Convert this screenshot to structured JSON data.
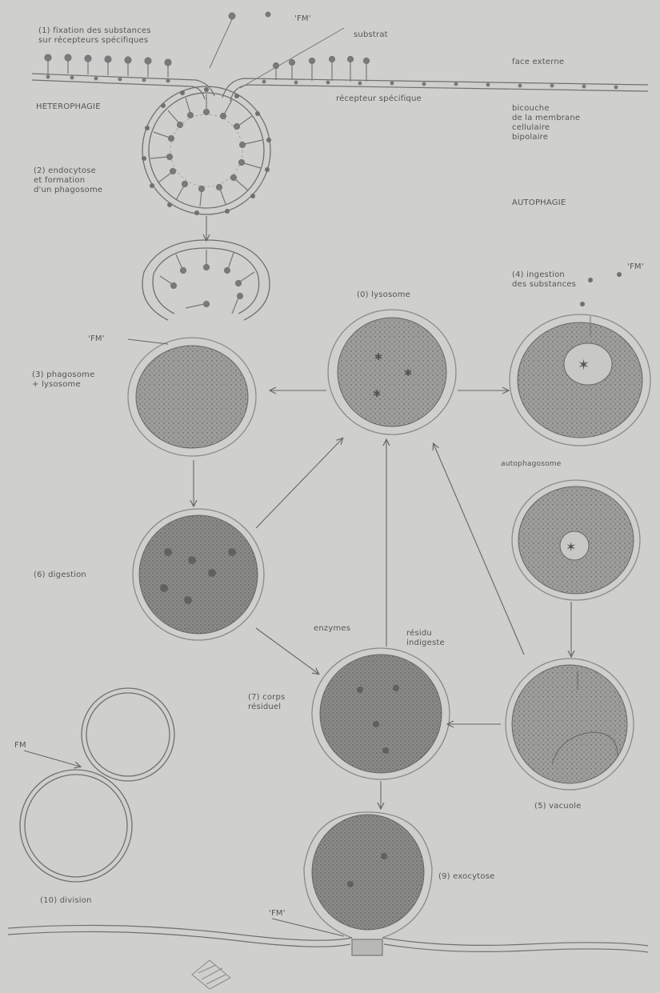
{
  "colors": {
    "paper": "#cfcfcd",
    "ink": "#555555",
    "cell_fill": "#9a9a96",
    "membrane": "#6a6a66"
  },
  "labels": {
    "receptors_binding": "(1) fixation des substances\nsur récepteurs spécifiques",
    "fm_top": "'FM'",
    "substrate": "substrat",
    "external_face": "face externe",
    "specific_receptor": "récepteur spécifique",
    "bilayer": "bicouche\nde la membrane\ncellulaire\nbipolaire",
    "heterophagie": "HETEROPHAGIE",
    "endocytosis": "(2) endocytose\net formation\nd'un phagosome",
    "autophagie": "AUTOPHAGIE",
    "fm_mid": "'FM'",
    "phagosome_lysosome": "(3) phagosome\n+ lysosome",
    "primary_lysosome": "(0) lysosome",
    "ingestion": "(4) ingestion\ndes substances",
    "fm_right": "'FM'",
    "autophagosome": "autophagosome",
    "digestion": "(6) digestion",
    "enzymes": "enzymes",
    "indigestible": "résidu\nindigeste",
    "residual_body": "(7) corps\nrésiduel",
    "fm_left": "FM",
    "autophagy_vacuole": "(5) vacuole",
    "exocytosis": "(9) exocytose",
    "division": "(10) division",
    "fm_bottom": "'FM'"
  }
}
